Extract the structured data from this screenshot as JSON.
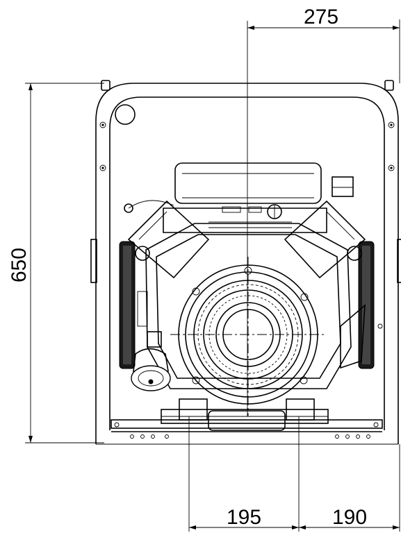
{
  "dimensions": {
    "width_half": "275",
    "height": "650",
    "base_left": "195",
    "base_right": "190"
  }
}
